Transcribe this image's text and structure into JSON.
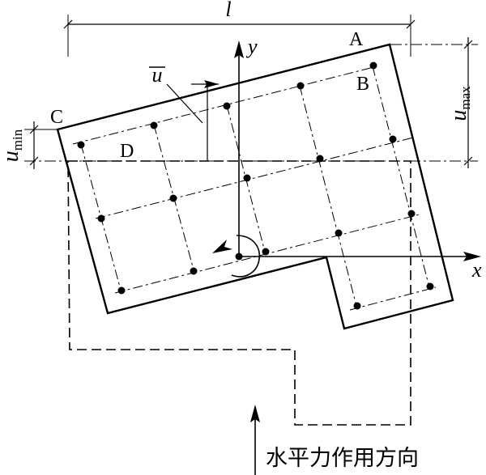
{
  "labels": {
    "l": "l",
    "A": "A",
    "B": "B",
    "C": "C",
    "D": "D",
    "x": "x",
    "y": "y",
    "u_bar": "u",
    "u_min_base": "u",
    "u_min_sub": "min",
    "u_max_base": "u",
    "u_max_sub": "max",
    "force_direction": "水平力作用方向"
  }
}
